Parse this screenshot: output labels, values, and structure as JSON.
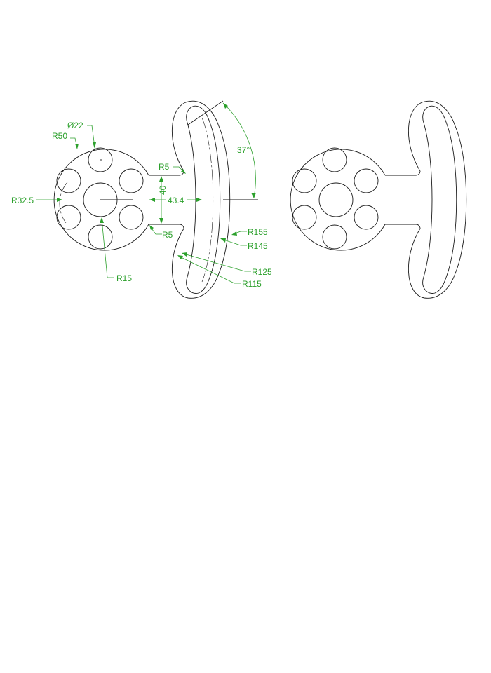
{
  "colors": {
    "geometry": "#1a1a1a",
    "dimension": "#2ca02c",
    "background": "#ffffff"
  },
  "dimensions": {
    "dia_hole": "Ø22",
    "r_hub": "R50",
    "r_bolt_circle": "R32.5",
    "r_center": "R15",
    "r_fillet_top": "R5",
    "r_fillet_bottom": "R5",
    "arm_width": "40",
    "arm_length": "43.4",
    "arc_angle": "37°",
    "r155": "R155",
    "r145": "R145",
    "r125": "R125",
    "r115": "R115"
  }
}
